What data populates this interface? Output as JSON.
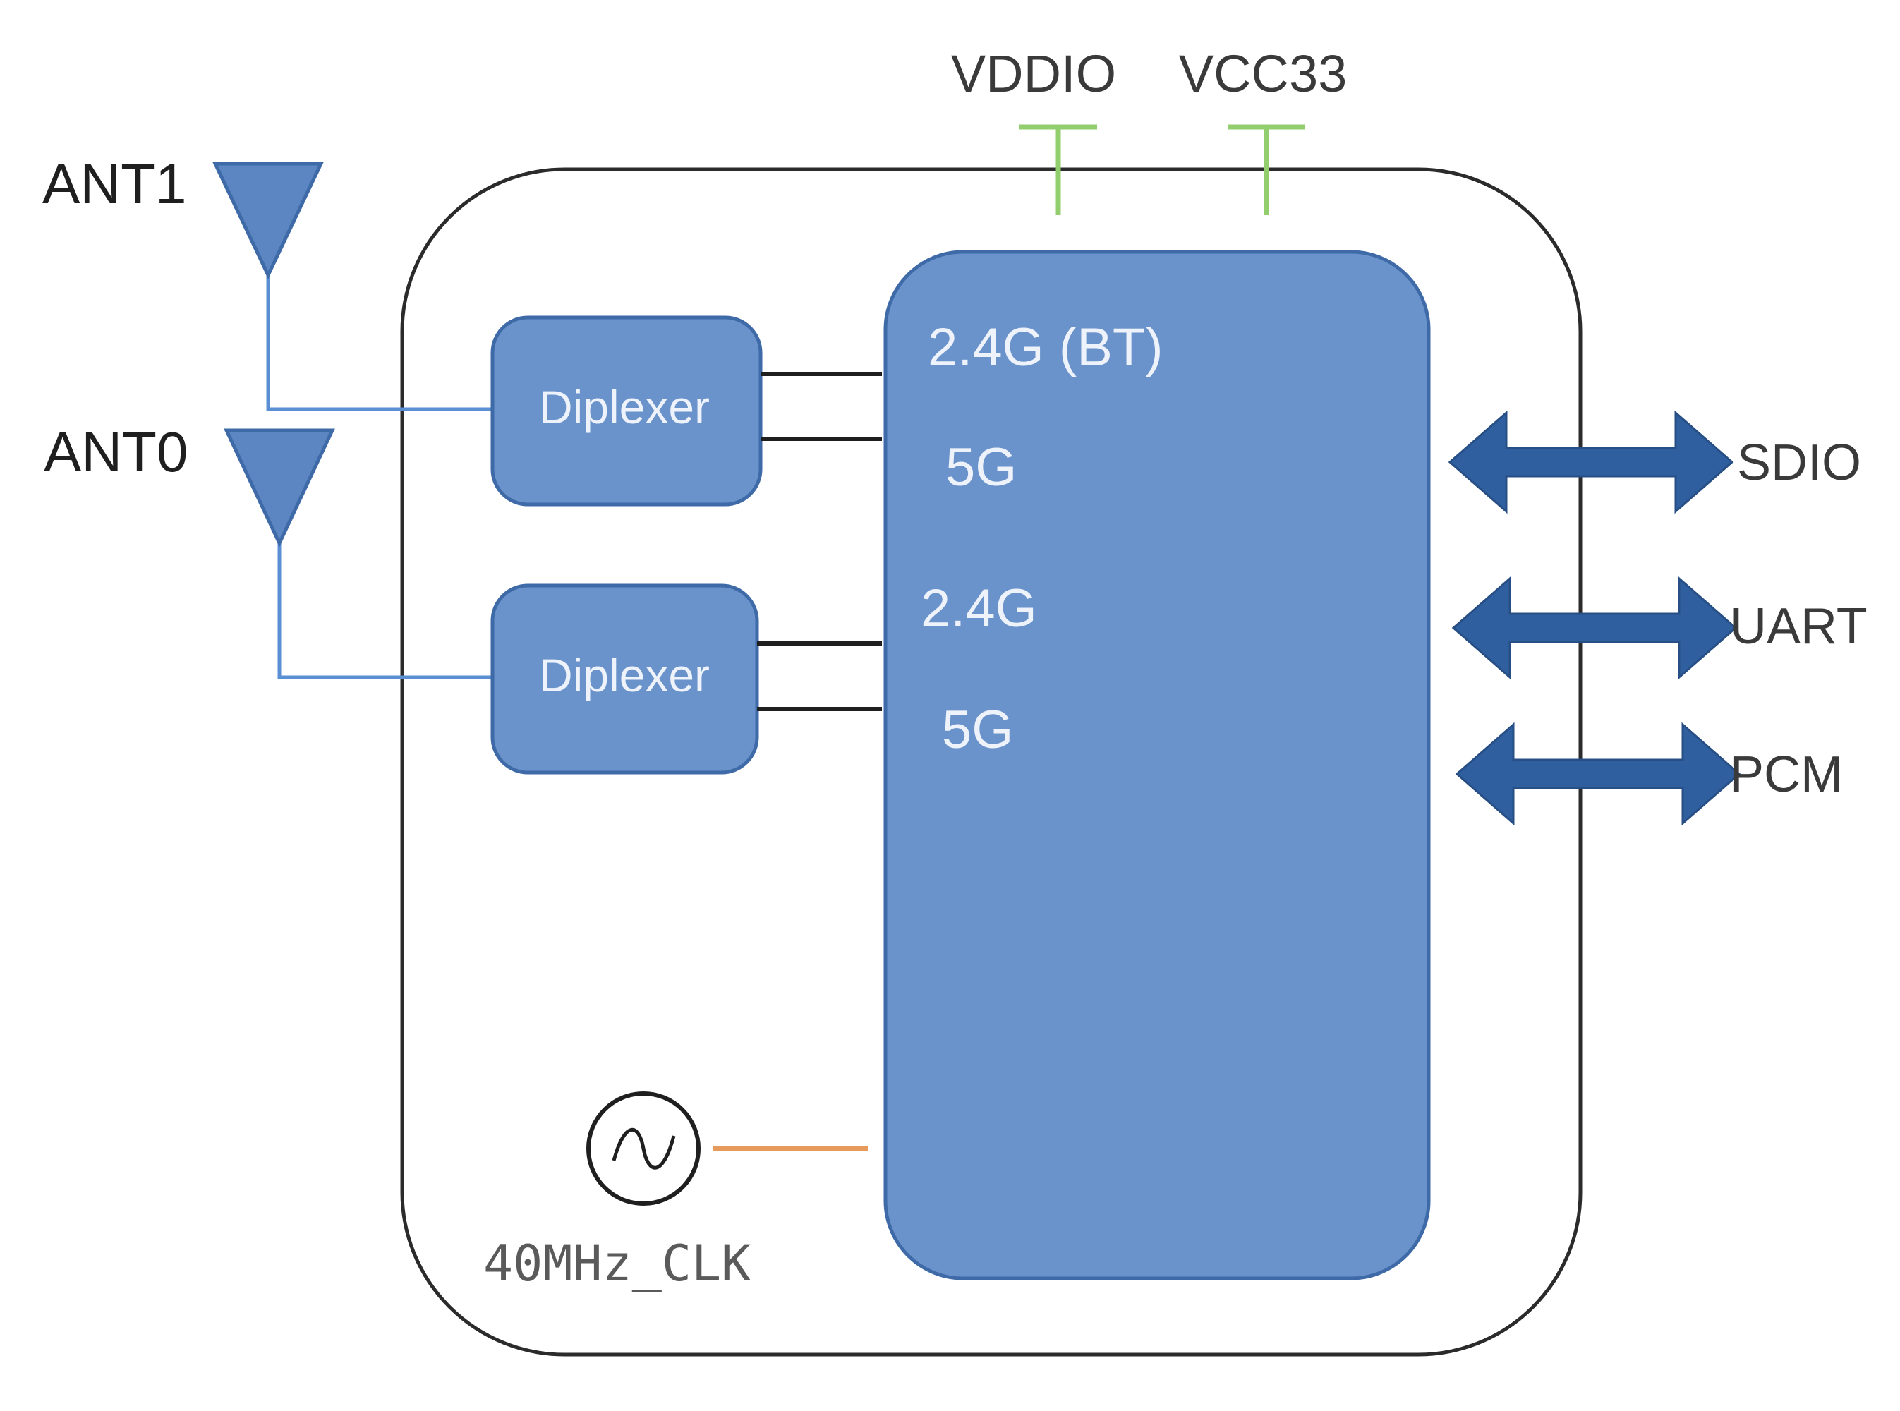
{
  "antennas": {
    "ant1": "ANT1",
    "ant0": "ANT0"
  },
  "power": {
    "vddio": "VDDIO",
    "vcc33": "VCC33"
  },
  "diplexers": {
    "top": "Diplexer",
    "bottom": "Diplexer"
  },
  "chip_ports": {
    "bt_24g": "2.4G (BT)",
    "top_5g": "5G",
    "wifi_24g": "2.4G",
    "bottom_5g": "5G"
  },
  "interfaces": {
    "sdio": "SDIO",
    "uart": "UART",
    "pcm": "PCM"
  },
  "clock": {
    "label": "40MHz_CLK"
  },
  "colors": {
    "block_fill": "#6a93cb",
    "block_stroke": "#3f6aa8",
    "antenna_wire": "#5b8fd4",
    "arrow_fill": "#2f5f9e",
    "power_line": "#92cd6e",
    "clock_line": "#e69a5c",
    "outline": "#2b2b2b"
  }
}
